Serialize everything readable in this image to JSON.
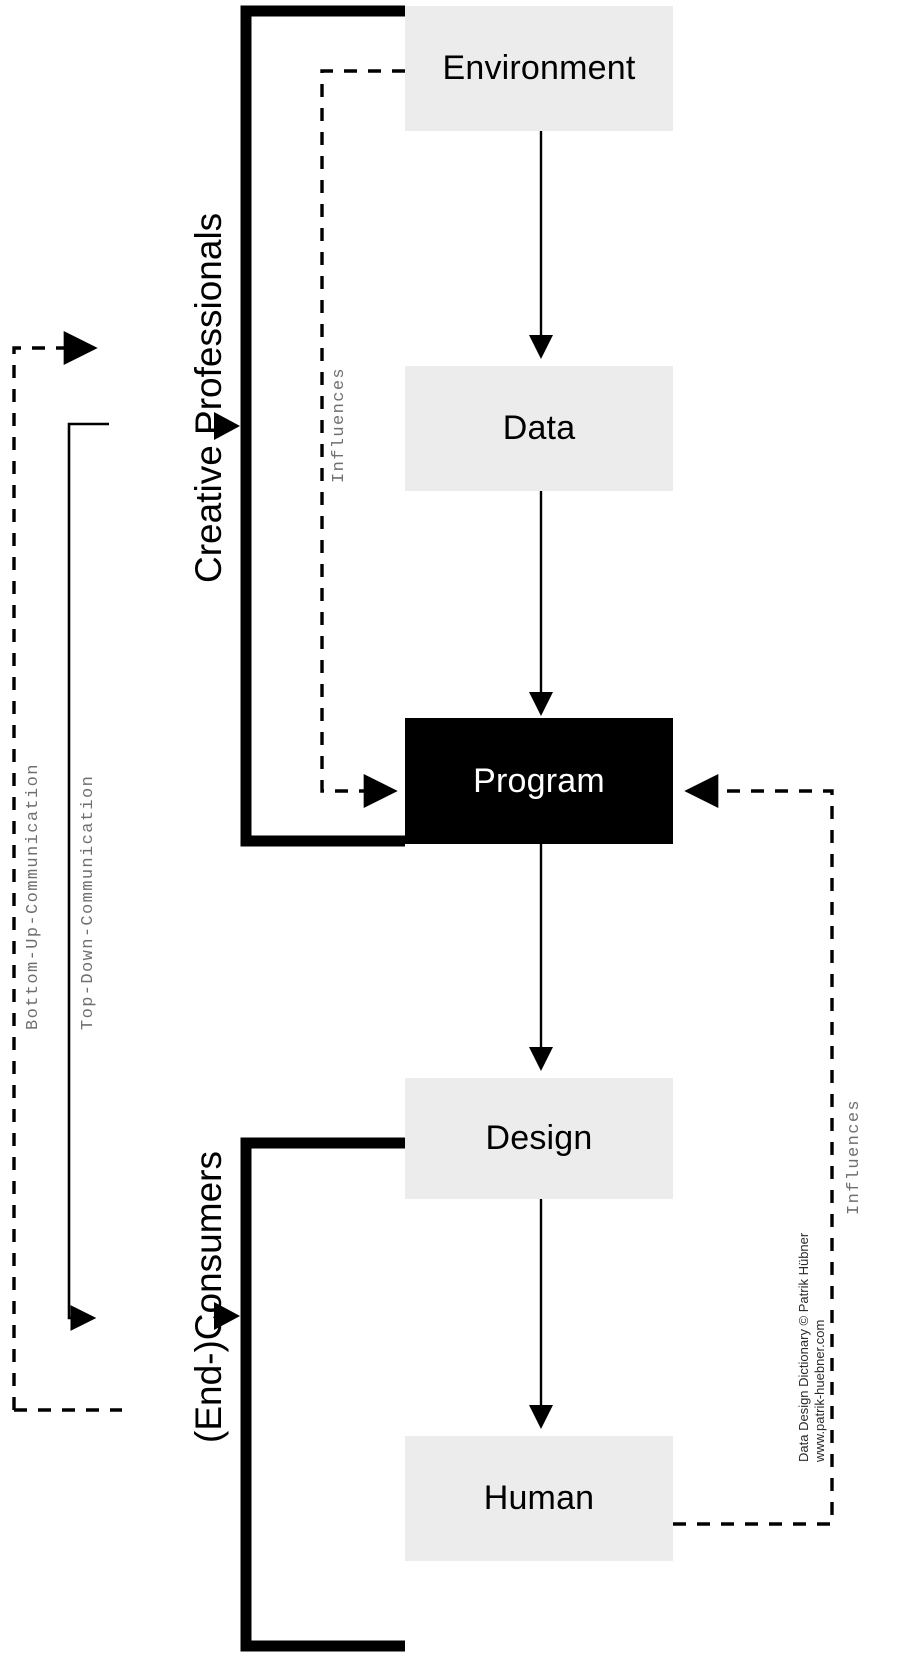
{
  "diagram": {
    "title": "Data Design Dictionary diagram",
    "colors": {
      "node_fill": "#ececec",
      "node_fill_active": "#000000",
      "node_text": "#000000",
      "node_text_active": "#ffffff",
      "line": "#000000",
      "label_muted": "#6f6f6f",
      "background": "#ffffff"
    },
    "nodes": [
      {
        "id": "environment",
        "label": "Environment",
        "style": "light"
      },
      {
        "id": "data",
        "label": "Data",
        "style": "light"
      },
      {
        "id": "program",
        "label": "Program",
        "style": "dark"
      },
      {
        "id": "design",
        "label": "Design",
        "style": "light"
      },
      {
        "id": "human",
        "label": "Human",
        "style": "light"
      }
    ],
    "groups": [
      {
        "id": "creative-professionals",
        "label": "Creative Professionals"
      },
      {
        "id": "end-consumers",
        "label": "(End-)Consumers"
      }
    ],
    "edge_labels": [
      {
        "id": "influences-top",
        "label": "Influences"
      },
      {
        "id": "influences-bottom",
        "label": "Influences"
      },
      {
        "id": "bottom-up",
        "label": "Bottom-Up-Communication"
      },
      {
        "id": "top-down",
        "label": "Top-Down-Communication"
      }
    ],
    "credit": {
      "line1": "Data Design Dictionary © Patrik Hübner",
      "line2": "www.patrik-huebner.com"
    }
  }
}
